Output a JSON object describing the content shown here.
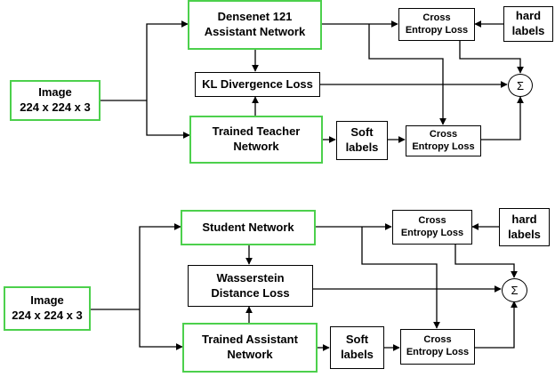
{
  "top": {
    "input": {
      "line1": "Image",
      "line2": "224 x 224 x 3"
    },
    "assistant": {
      "line1": "Densenet 121",
      "line2": "Assistant Network"
    },
    "kl_loss": "KL Divergence Loss",
    "teacher": {
      "line1": "Trained Teacher",
      "line2": "Network"
    },
    "soft_labels": {
      "line1": "Soft",
      "line2": "labels"
    },
    "ce_hard": {
      "line1": "Cross",
      "line2": "Entropy Loss"
    },
    "ce_soft": {
      "line1": "Cross",
      "line2": "Entropy Loss"
    },
    "hard_labels": {
      "line1": "hard",
      "line2": "labels"
    },
    "sum": "Σ"
  },
  "bottom": {
    "input": {
      "line1": "Image",
      "line2": "224 x 224 x 3"
    },
    "student": "Student Network",
    "wasserstein": {
      "line1": "Wasserstein",
      "line2": "Distance Loss"
    },
    "assistant": {
      "line1": "Trained Assistant",
      "line2": "Network"
    },
    "soft_labels": {
      "line1": "Soft",
      "line2": "labels"
    },
    "ce_hard": {
      "line1": "Cross",
      "line2": "Entropy Loss"
    },
    "ce_soft": {
      "line1": "Cross",
      "line2": "Entropy Loss"
    },
    "hard_labels": {
      "line1": "hard",
      "line2": "labels"
    },
    "sum": "Σ"
  },
  "colors": {
    "model_border": "#4cd04c",
    "line": "#000000"
  }
}
